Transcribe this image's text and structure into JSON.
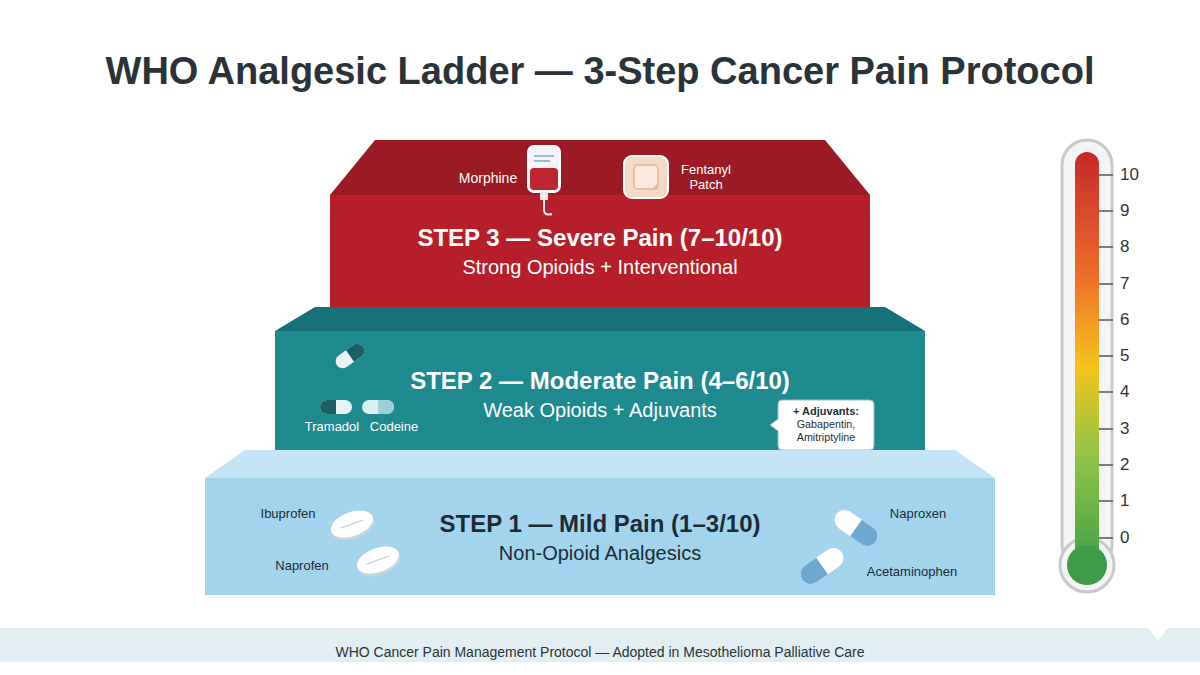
{
  "diagram": {
    "title": "WHO Analgesic Ladder — 3-Step Cancer Pain Protocol",
    "caption": "WHO Cancer Pain Management Protocol — Adopted in Mesothelioma Palliative Care",
    "nodes": [
      {
        "text": [
          "STEP 3 — Severe Pain (7–10/10)",
          "Strong Opioids + Interventional"
        ]
      },
      {
        "text": [
          "STEP 2 — Moderate Pain (4–6/10)",
          "Weak Opioids + Adjuvants"
        ]
      },
      {
        "text": [
          "+ Adjuvants:",
          "Gabapentin, Amitriptyline"
        ],
        "in": 1
      },
      {
        "text": [
          "STEP 1 — Mild Pain (1–3/10)",
          "Non-Opioid Analgesics"
        ]
      }
    ],
    "labels": [
      "Morphine",
      "Fentanyl Patch",
      "Tramadol",
      "Codeine",
      "Ibuprofen",
      "Naprofen",
      "Naproxen",
      "Acetaminophen",
      "10",
      "9",
      "8",
      "7",
      "6",
      "5",
      "4",
      "3",
      "2",
      "1",
      "0"
    ]
  }
}
